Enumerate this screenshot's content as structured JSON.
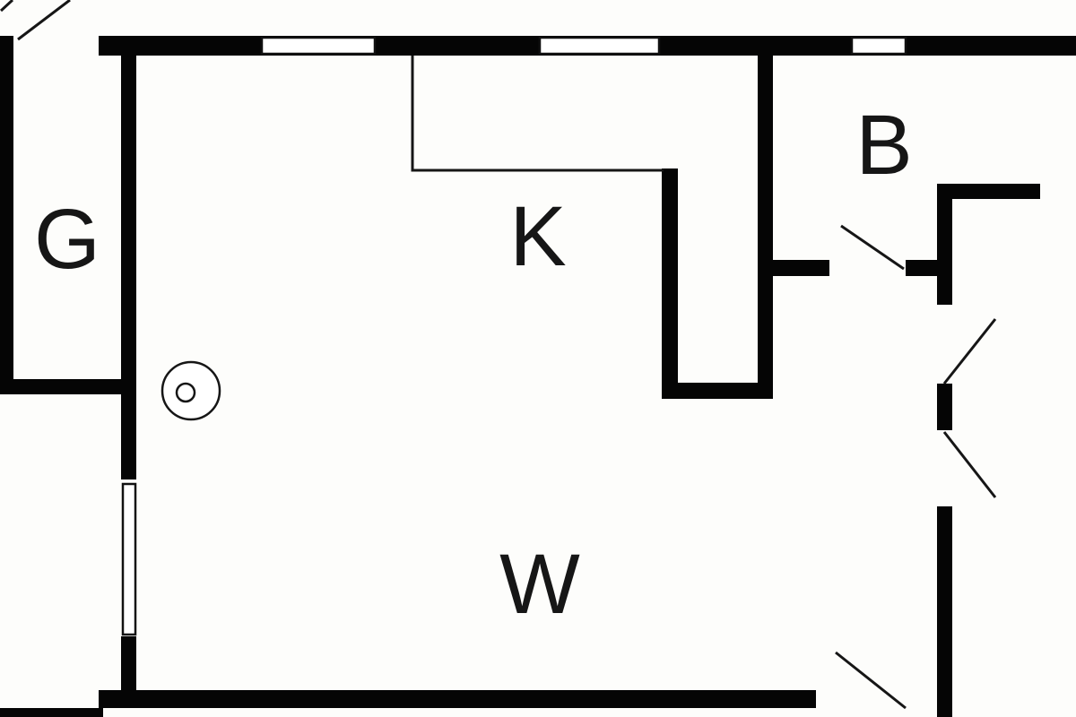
{
  "floorplan": {
    "background_color": "#ffffff",
    "wall_color": "#050505",
    "line_color": "#161616",
    "rooms": [
      {
        "id": "room-g",
        "label": "G"
      },
      {
        "id": "room-k",
        "label": "K"
      },
      {
        "id": "room-b",
        "label": "B"
      },
      {
        "id": "room-w",
        "label": "W"
      }
    ],
    "symbols": {
      "circle_fixture": "double-circle"
    },
    "features": {
      "windows": [
        "top-window-1",
        "top-window-2",
        "top-window-3",
        "left-window"
      ],
      "door_swings": [
        "entry-top-left",
        "room-b-door",
        "right-hall-upper-door",
        "right-hall-lower-door",
        "bottom-right-door"
      ]
    }
  }
}
